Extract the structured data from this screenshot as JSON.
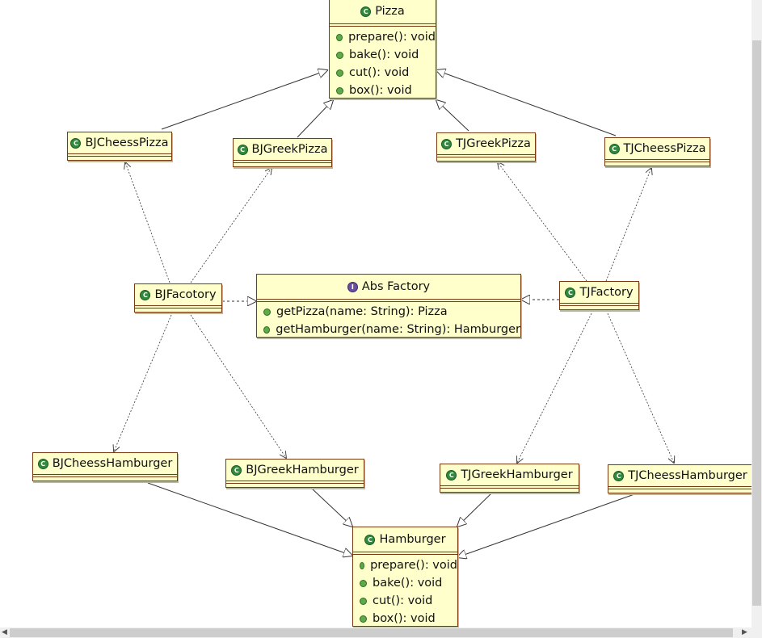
{
  "classes": {
    "pizza": {
      "name": "Pizza",
      "methods": [
        "prepare(): void",
        "bake(): void",
        "cut(): void",
        "box(): void"
      ]
    },
    "bjcheesspizza": {
      "name": "BJCheessPizza"
    },
    "bjgreekpizza": {
      "name": "BJGreekPizza"
    },
    "tjgreekpizza": {
      "name": "TJGreekPizza"
    },
    "tjcheesspizza": {
      "name": "TJCheessPizza"
    },
    "bjfacotory": {
      "name": "BJFacotory"
    },
    "absfactory": {
      "name": "Abs Factory",
      "methods": [
        "getPizza(name: String): Pizza",
        "getHamburger(name: String): Hamburger"
      ]
    },
    "tjfactory": {
      "name": "TJFactory"
    },
    "bjcheesshamburger": {
      "name": "BJCheessHamburger"
    },
    "bjgreekhamburger": {
      "name": "BJGreekHamburger"
    },
    "tjgreekhamburger": {
      "name": "TJGreekHamburger"
    },
    "tjcheesshamburger": {
      "name": "TJCheessHamburger"
    },
    "hamburger": {
      "name": "Hamburger",
      "methods": [
        "prepare(): void",
        "bake(): void",
        "cut(): void",
        "box(): void"
      ]
    }
  },
  "icons": {
    "class": "class-icon",
    "interface": "interface-icon",
    "method": "public-method-icon"
  },
  "colors": {
    "box_fill": "#ffffcc",
    "box_border": "#7a3a10",
    "class_icon": "#2f8a3c",
    "interface_icon": "#6a4fa0",
    "method_dot": "#5cab48"
  }
}
